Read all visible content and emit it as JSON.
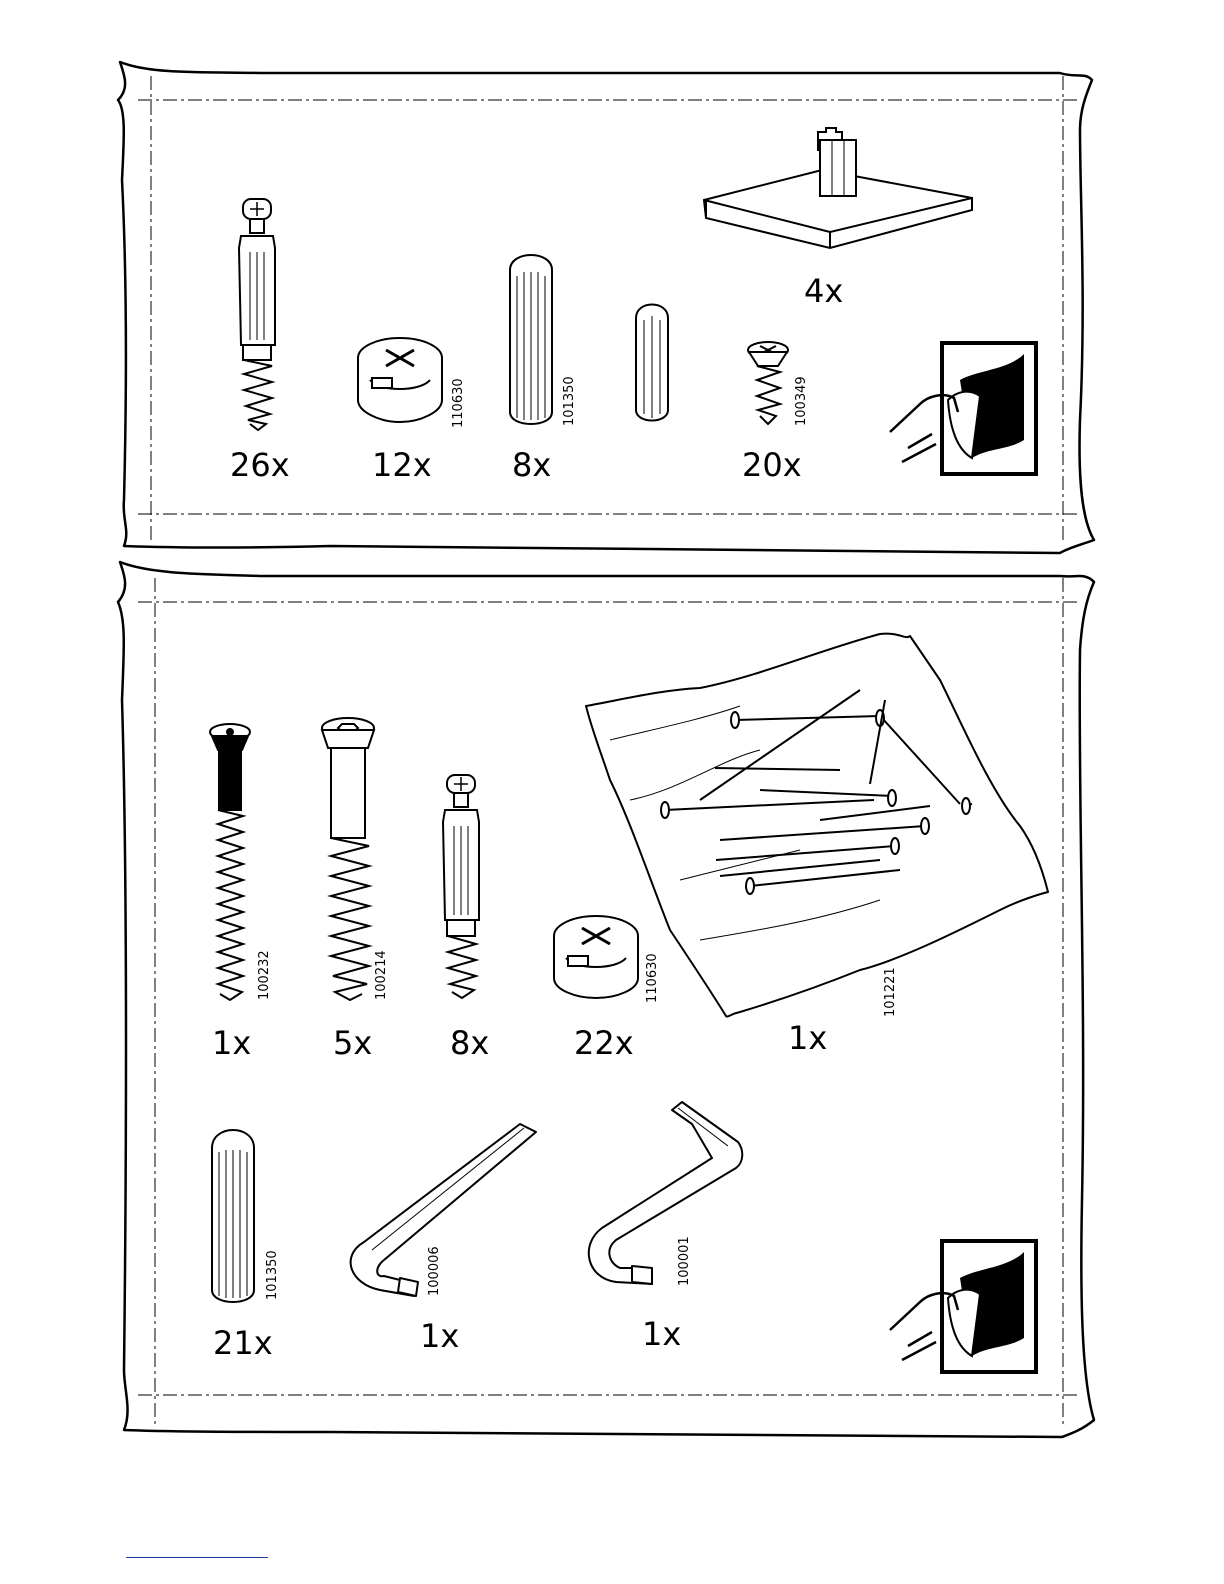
{
  "bag1": {
    "quantities": {
      "cam_bolt": "26x",
      "cam_lock": "12x",
      "dowel": "8x",
      "screw": "20x",
      "foot": "4x"
    },
    "codes": {
      "cam_lock": "110630",
      "dowel": "101350",
      "screw": "100349"
    }
  },
  "bag2": {
    "quantities": {
      "bolt_black": "1x",
      "bolt_hex": "5x",
      "cam_bolt": "8x",
      "cam_lock": "22x",
      "nail_bag": "1x",
      "dowel": "21x",
      "allen_key_long": "1x",
      "allen_key_short": "1x"
    },
    "codes": {
      "bolt_black": "100232",
      "bolt_hex": "100214",
      "cam_lock": "110630",
      "nail_bag": "101221",
      "dowel": "101350",
      "allen_key_long": "100006",
      "allen_key_short": "100001"
    }
  },
  "icons": [
    "hand-peel-sticker-icon",
    "hand-peel-sticker-icon"
  ]
}
